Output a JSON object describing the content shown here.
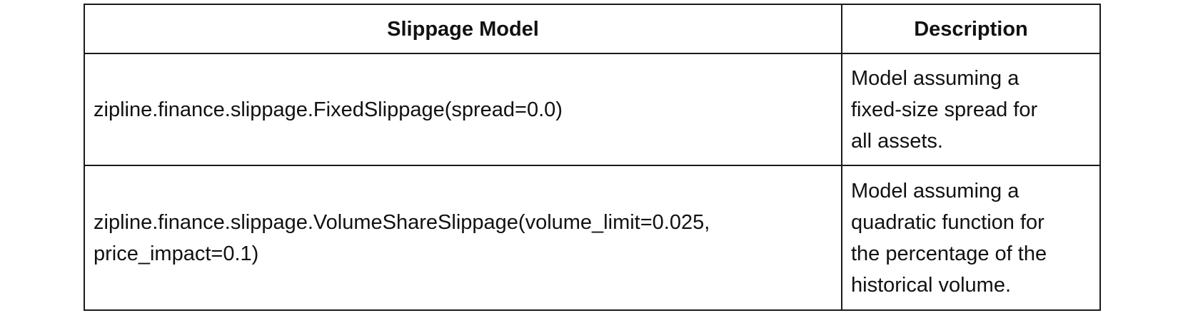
{
  "table": {
    "headers": [
      "Slippage Model",
      "Description"
    ],
    "rows": [
      {
        "model_lines": [
          "zipline.finance.slippage.FixedSlippage(spread=0.0)"
        ],
        "description_lines": [
          "Model assuming a",
          "fixed-size spread for",
          "all assets."
        ]
      },
      {
        "model_lines": [
          "zipline.finance.slippage.VolumeShareSlippage(volume_limit=0.025,",
          "price_impact=0.1)"
        ],
        "description_lines": [
          "Model assuming a",
          "quadratic function for",
          "the percentage of the",
          "historical volume."
        ]
      }
    ]
  }
}
